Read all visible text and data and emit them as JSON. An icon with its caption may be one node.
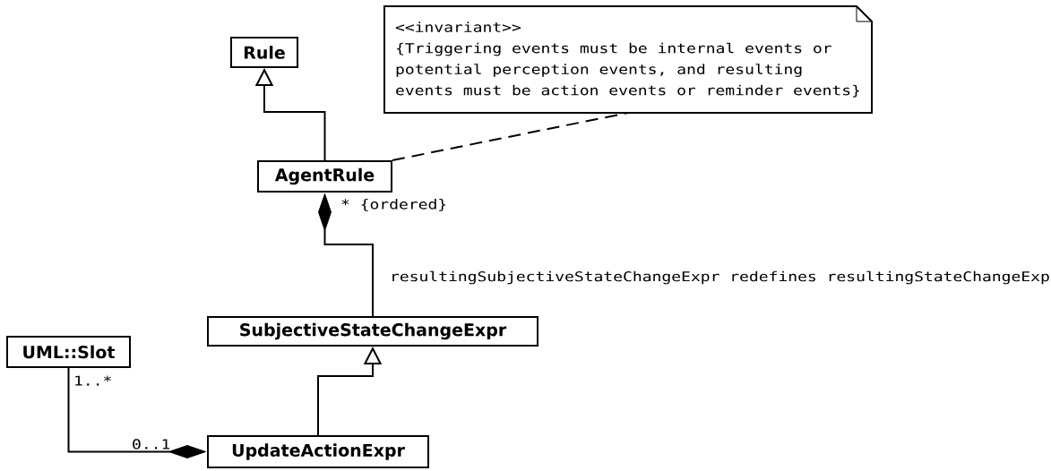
{
  "diagram": {
    "nodes": [
      {
        "text": [
          "Rule"
        ]
      },
      {
        "text": [
          "<<invariant>>",
          "{Triggering events must be internal events or potential perception events, and resulting events must be action events or reminder events}"
        ]
      },
      {
        "text": [
          "AgentRule"
        ]
      },
      {
        "text": [
          "SubjectiveStateChangeExpr"
        ]
      },
      {
        "text": [
          "UML::Slot"
        ]
      },
      {
        "text": [
          "UpdateActionExpr"
        ]
      }
    ],
    "edges": [
      {
        "from": 2,
        "to": 0,
        "arrow": "to"
      },
      {
        "from": 2,
        "to": 1,
        "arrow": "none",
        "style": "dashed"
      },
      {
        "from": 3,
        "to": 2,
        "arrow": "other",
        "label": "resultingSubjectiveStateChangeExpr redefines resultingStateChangeExp"
      },
      {
        "from": 5,
        "to": 3,
        "arrow": "to"
      },
      {
        "from": 4,
        "to": 5,
        "arrow": "other"
      }
    ],
    "labels": [
      "* {ordered}",
      "1..*",
      "0..1"
    ]
  }
}
